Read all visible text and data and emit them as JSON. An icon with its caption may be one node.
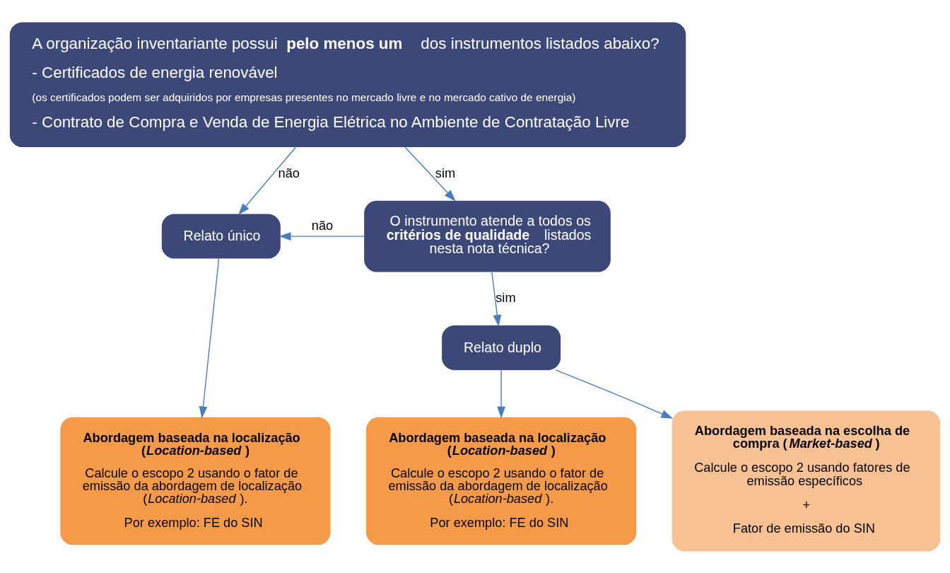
{
  "diagram": {
    "nodes": [
      {
        "text": [
          "A organização inventariante possui **pelo menos um** dos instrumentos listados abaixo?",
          "-   Certificados de energia renovável",
          "(os certificados podem ser adquiridos por empresas presentes no mercado livre e no mercado cativo de energia)",
          "-   Contrato de Compra e Venda de Energia Elétrica no Ambiente de Contratação Livre"
        ]
      },
      {
        "text": [
          "Relato único"
        ]
      },
      {
        "text": [
          "O instrumento atende a todos os **critérios de qualidade** listados nesta nota técnica?"
        ]
      },
      {
        "text": [
          "Relato duplo"
        ]
      },
      {
        "text": [
          "Abordagem baseada na localização (*Location-based*)",
          "Calcule o escopo 2 usando o fator de emissão da abordagem de localização (*Location-based*).",
          "Por exemplo: FE do SIN"
        ]
      },
      {
        "text": [
          "Abordagem baseada na localização (*Location-based*)",
          "Calcule o escopo 2 usando o fator de emissão da abordagem de localização (*Location-based*).",
          "Por exemplo: FE do SIN"
        ]
      },
      {
        "text": [
          "Abordagem baseada na escolha de compra (*Market-based*)",
          "Calcule o escopo 2 usando fatores de emissão específicos",
          "+",
          "Fator de emissão do SIN"
        ]
      }
    ],
    "edges": [
      {
        "from": 0,
        "to": 1,
        "arrow": "to",
        "label": "não"
      },
      {
        "from": 0,
        "to": 2,
        "arrow": "to",
        "label": "sim"
      },
      {
        "from": 2,
        "to": 1,
        "arrow": "to",
        "label": "não"
      },
      {
        "from": 2,
        "to": 3,
        "arrow": "to",
        "label": "sim"
      },
      {
        "from": 1,
        "to": 4,
        "arrow": "to"
      },
      {
        "from": 3,
        "to": 5,
        "arrow": "to"
      },
      {
        "from": 3,
        "to": 6,
        "arrow": "to"
      }
    ]
  }
}
